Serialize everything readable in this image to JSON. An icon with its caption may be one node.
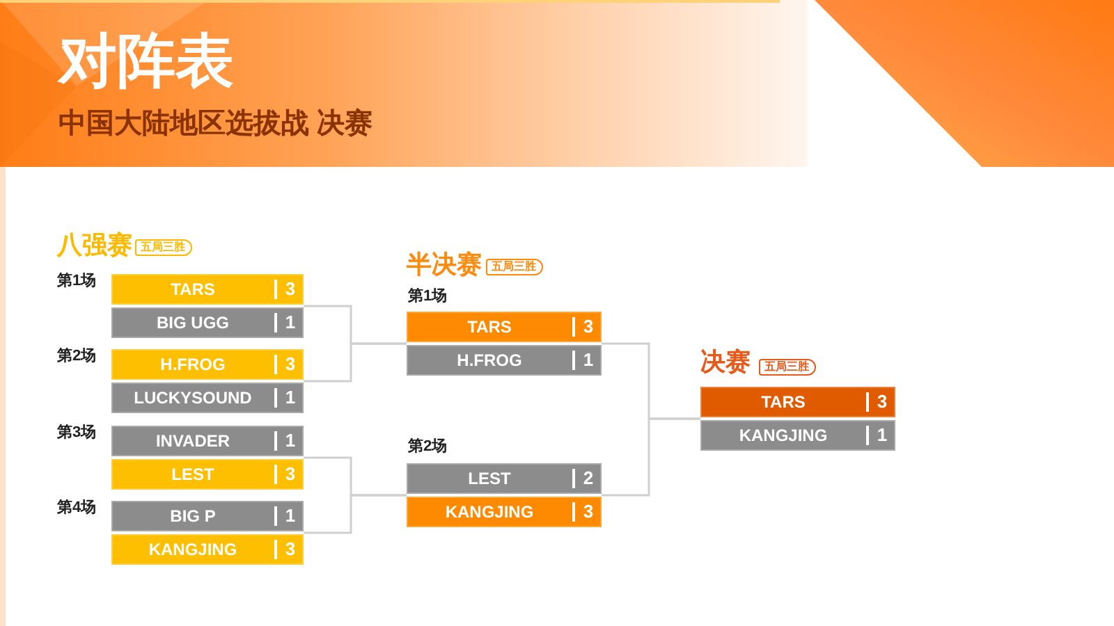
{
  "diagram": {
    "title": "对阵表",
    "nodes": [
      {
        "text": [
          "五局三胜"
        ]
      },
      {
        "text": [
          "TARS",
          "3"
        ]
      },
      {
        "text": [
          "BIG UGG",
          "1"
        ]
      },
      {
        "text": [
          "H.FROG",
          "3"
        ]
      },
      {
        "text": [
          "LUCKYSOUND",
          "1"
        ]
      },
      {
        "text": [
          "INVADER",
          "1"
        ]
      },
      {
        "text": [
          "LEST",
          "3"
        ]
      },
      {
        "text": [
          "BIG P",
          "1"
        ]
      },
      {
        "text": [
          "KANGJING",
          "3"
        ]
      },
      {
        "text": [
          "五局三胜"
        ]
      },
      {
        "text": [
          "TARS",
          "3"
        ]
      },
      {
        "text": [
          "H.FROG",
          "1"
        ]
      },
      {
        "text": [
          "LEST",
          "2"
        ]
      },
      {
        "text": [
          "KANGJING",
          "3"
        ]
      },
      {
        "text": [
          "五局三胜"
        ]
      },
      {
        "text": [
          "TARS",
          "3"
        ]
      },
      {
        "text": [
          "KANGJING",
          "1"
        ]
      }
    ],
    "edges": [
      {
        "from": 1,
        "to": 10,
        "arrow": "none"
      },
      {
        "from": 3,
        "to": 11,
        "arrow": "none"
      },
      {
        "from": 6,
        "to": 12,
        "arrow": "none"
      },
      {
        "from": 8,
        "to": 13,
        "arrow": "none"
      },
      {
        "from": 10,
        "to": 15,
        "arrow": "none"
      },
      {
        "from": 13,
        "to": 16,
        "arrow": "none"
      }
    ],
    "labels": [
      "中国大陆地区选拔战 决赛",
      "八强赛",
      "第1场",
      "第2场",
      "第3场",
      "第4场",
      "半决赛",
      "第1场",
      "第2场",
      "决赛"
    ]
  }
}
